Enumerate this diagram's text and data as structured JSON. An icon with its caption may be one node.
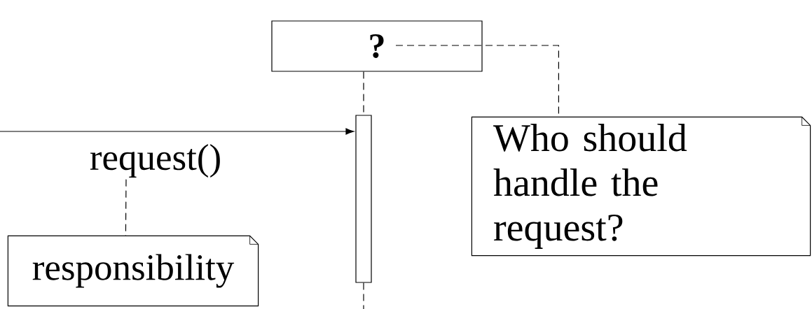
{
  "diagram": {
    "nodes": [
      {
        "text": [
          "?"
        ]
      },
      {
        "text": [],
        "shape": "bar"
      },
      {
        "text": [
          "request()"
        ]
      },
      {
        "text": [
          "responsibility"
        ]
      },
      {
        "text": [
          "Who should handle the request?"
        ]
      }
    ],
    "edges": [
      {
        "from": 0,
        "to": 1,
        "arrow": "none",
        "style": "dashed"
      },
      {
        "from": 1,
        "to": null,
        "arrow": "none",
        "style": "dashed"
      },
      {
        "from": null,
        "to": 1,
        "arrow": "to"
      },
      {
        "from": 2,
        "to": 3,
        "arrow": "none",
        "style": "dashed"
      },
      {
        "from": 0,
        "to": 4,
        "arrow": "none",
        "style": "dashed"
      }
    ]
  }
}
